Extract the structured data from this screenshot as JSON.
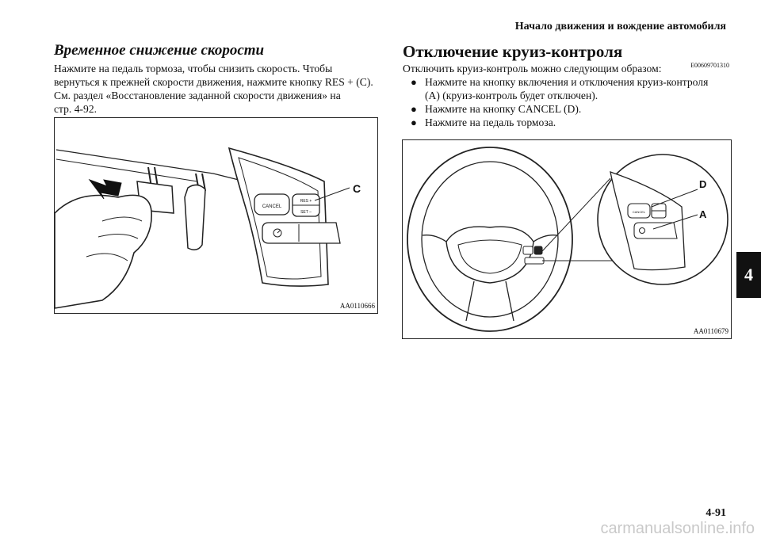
{
  "header": {
    "title": "Начало движения и вождение автомобиля"
  },
  "chapter_tab": "4",
  "left": {
    "title": "Временное снижение скорости",
    "paragraph": [
      "Нажмите на педаль тормоза, чтобы снизить скорость. Чтобы",
      "вернуться к прежней скорости движения, нажмите кнопку RES + (C).",
      "См. раздел «Восстановление заданной скорости движения» на",
      "стр. 4-92."
    ],
    "figure": {
      "code": "AA0110666",
      "callout": "C",
      "btn_cancel": "CANCEL",
      "btn_res": "RES +",
      "btn_set": "SET –"
    }
  },
  "right": {
    "title": "Отключение круиз-контроля",
    "code": "E00609701310",
    "intro": "Отключить круиз-контроль можно следующим образом:",
    "bullets": [
      "Нажмите на кнопку включения и отключения круиз-контроля",
      "(A) (круиз-контроль будет отключен).",
      "Нажмите на кнопку CANCEL (D).",
      "Нажмите на педаль тормоза."
    ],
    "figure": {
      "code": "AA0110679",
      "callout_d": "D",
      "callout_a": "A",
      "btn_cancel": "CANCEL"
    }
  },
  "footer": {
    "page": "4-91",
    "watermark": "carmanualsonline.info"
  }
}
